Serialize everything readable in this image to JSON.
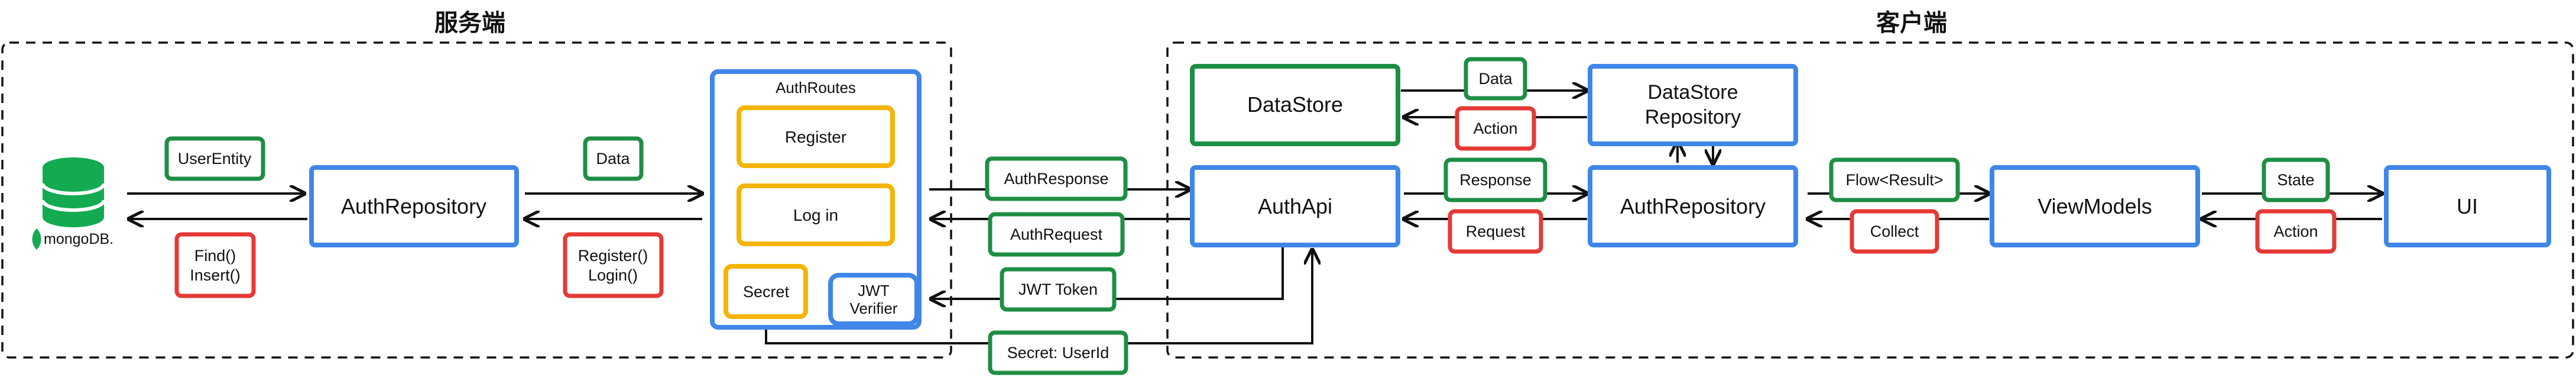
{
  "sections": {
    "server_title": "服务端",
    "client_title": "客户端"
  },
  "colors": {
    "blue": "#3f86e8",
    "green": "#1e8e44",
    "red": "#e53935",
    "yellow": "#f5b400",
    "mongo_green": "#13aa52",
    "line": "#111111"
  },
  "server": {
    "mongodb_label": "mongoDB.",
    "auth_repository": "AuthRepository",
    "auth_routes_title": "AuthRoutes",
    "register": "Register",
    "login": "Log in",
    "secret": "Secret",
    "jwt_verifier": [
      "JWT",
      "Verifier"
    ],
    "user_entity": "UserEntity",
    "find_insert": [
      "Find()",
      "Insert()"
    ],
    "data": "Data",
    "register_login_calls": [
      "Register()",
      "Login()"
    ]
  },
  "bridge": {
    "auth_response": "AuthResponse",
    "auth_request": "AuthRequest",
    "jwt_token": "JWT Token",
    "secret_userid": "Secret: UserId"
  },
  "client": {
    "datastore": "DataStore",
    "datastore_repository": [
      "DataStore",
      "Repository"
    ],
    "auth_api": "AuthApi",
    "auth_repository": "AuthRepository",
    "view_models": "ViewModels",
    "ui": "UI",
    "data": "Data",
    "action": "Action",
    "response": "Response",
    "request": "Request",
    "flow_result": "Flow<Result>",
    "collect": "Collect",
    "state": "State",
    "ui_action": "Action"
  }
}
